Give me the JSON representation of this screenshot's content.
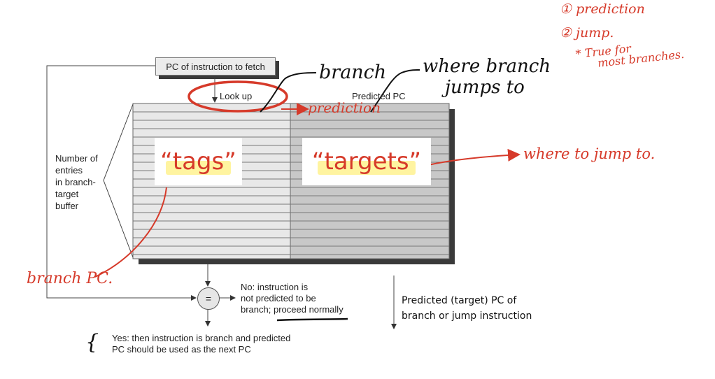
{
  "diagram": {
    "pc_box": "PC of instruction to fetch",
    "lookup": "Look up",
    "predicted_pc_header": "Predicted PC",
    "entries_label": [
      "Number of",
      "entries",
      "in branch-",
      "target",
      "buffer"
    ],
    "compare_symbol": "=",
    "no_text": [
      "No:  instruction is",
      "not predicted to be",
      "branch; proceed normally"
    ],
    "yes_text": [
      "Yes:  then instruction is branch and predicted",
      "PC should be used as the next PC"
    ],
    "predicted_target_text": [
      "Predicted (target) PC of",
      "branch or jump instruction"
    ]
  },
  "annotations": {
    "tags_card": "“tags”",
    "targets_card": "“targets”",
    "branch": "branch",
    "where_branch_jumps_to": [
      "where branch",
      "jumps to"
    ],
    "prediction": "prediction",
    "where_to_jump_to": "where to jump to.",
    "branch_pc": "branch PC.",
    "note_1": "① prediction",
    "note_2": "② jump.",
    "note_3": [
      "* True for",
      "most branches."
    ],
    "brace": "{"
  },
  "colors": {
    "annotation_red": "#d63a2a",
    "highlight_yellow": "#fff4a0",
    "table_left": "#e8e8e8",
    "table_right": "#c8c8c8",
    "table_shadow": "#3a3a3a"
  }
}
